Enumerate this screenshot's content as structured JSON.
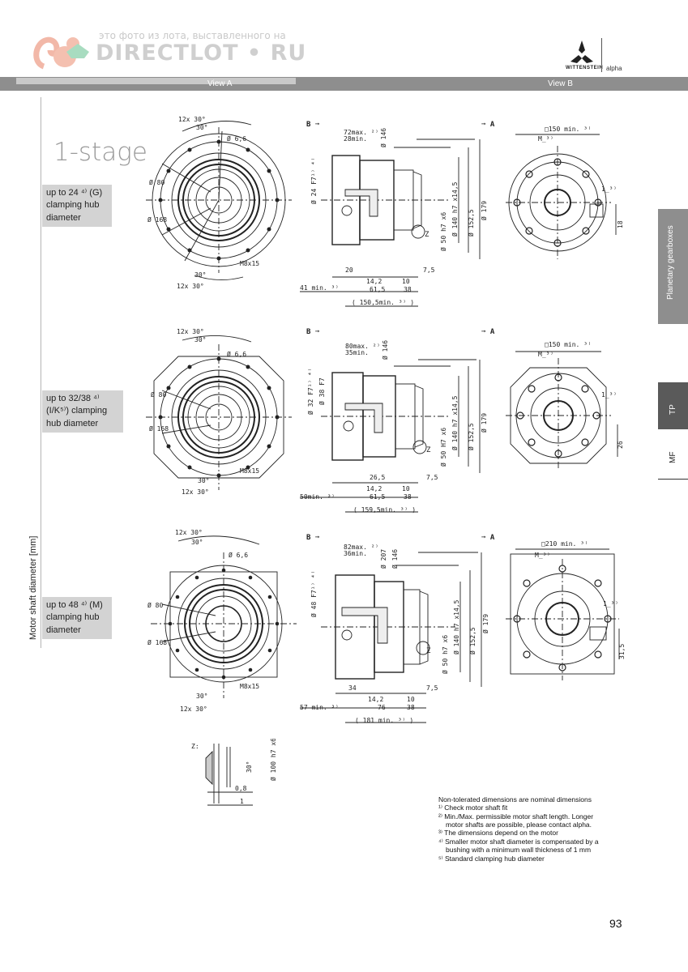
{
  "watermark": {
    "text": "это фото из лота, выставленного на",
    "brand": "DIRECTLOT • RU"
  },
  "brand": {
    "name": "WITTENSTEIN",
    "sub": "alpha"
  },
  "header": {
    "view_a": "View A",
    "view_b": "View B"
  },
  "stage_title": "1-stage",
  "vertical_axis_label": "Motor shaft diameter [mm]",
  "side_tabs": {
    "planetary": "Planetary gearboxes",
    "tp": "TP",
    "mf": "MF"
  },
  "rows": [
    {
      "label_lines": [
        "up to 24 ⁴⁾ (G)",
        "clamping hub",
        "diameter"
      ],
      "front": {
        "pcd1": "12x 30°",
        "ang1": "30°",
        "hole": "Ø 6,6",
        "d1": "Ø 80",
        "d2": "Ø 168",
        "thread": "M8x15",
        "ang2": "30°",
        "pcd2": "12x 30°"
      },
      "side": {
        "b": "B ➞",
        "a": "➞ A",
        "len": "72max. ²⁾",
        "len_min": "28min.",
        "d146": "Ø 146",
        "d_in": "Ø 24 F7¹⁾ ⁴⁾",
        "d_extra": "",
        "d140": "Ø 140 h7 x14,5",
        "d152": "Ø 152,5",
        "d179": "Ø 179",
        "d50": "Ø 50 h7 x6",
        "z": "Z",
        "dim_a": "20",
        "dim_b": "14,2",
        "dim_c": "10",
        "dim_d": "7,5",
        "min_left": "41 min. ³⁾",
        "dim_e": "61,5",
        "dim_f": "38",
        "total": "( 150,5min. ³⁾ )"
      },
      "end": {
        "square": "□150 min. ³⁾",
        "m": "M_³⁾",
        "one": "1_³⁾",
        "h": "18"
      }
    },
    {
      "label_lines": [
        "up to 32/38 ⁴⁾",
        "(I/K⁵⁾) clamping",
        "hub diameter"
      ],
      "front": {
        "pcd1": "12x 30°",
        "ang1": "30°",
        "hole": "Ø 6,6",
        "d1": "Ø 80",
        "d2": "Ø 168",
        "thread": "M8x15",
        "ang2": "30°",
        "pcd2": "12x 30°"
      },
      "side": {
        "b": "B ➞",
        "a": "➞ A",
        "len": "80max. ²⁾",
        "len_min": "35min.",
        "d146": "Ø 146",
        "d_in": "Ø 32 F7¹⁾ ⁴⁾",
        "d_extra": "Ø 38 F7",
        "d140": "Ø 140 h7 x14,5",
        "d152": "Ø 152,5",
        "d179": "Ø 179",
        "d50": "Ø 50 H7 x6",
        "z": "Z",
        "dim_a": "26,5",
        "dim_b": "14,2",
        "dim_c": "10",
        "dim_d": "7,5",
        "min_left": "50min. ³⁾",
        "dim_e": "61,5",
        "dim_f": "38",
        "total": "( 159,5min. ³⁾ )"
      },
      "end": {
        "square": "□150 min. ³⁾",
        "m": "M_³⁾",
        "one": "1_³⁾",
        "h": "26"
      }
    },
    {
      "label_lines": [
        "up to 48 ⁴⁾ (M)",
        "clamping hub",
        "diameter"
      ],
      "front": {
        "pcd1": "12x 30°",
        "ang1": "30°",
        "hole": "Ø 6,6",
        "d1": "Ø 80",
        "d2": "Ø 168",
        "thread": "M8x15",
        "ang2": "30°",
        "pcd2": "12x 30°"
      },
      "side": {
        "b": "B ➞",
        "a": "➞ A",
        "len": "82max. ²⁾",
        "len_min": "36min.",
        "d146": "Ø 146",
        "d_in": "Ø 48 F7¹⁾ ⁴⁾",
        "d_extra": "Ø 207",
        "d140": "Ø 140 h7 x14,5",
        "d152": "Ø 152,5",
        "d179": "Ø 179",
        "d50": "Ø 50 h7 x6",
        "z": "Z",
        "dim_a": "34",
        "dim_b": "14,2",
        "dim_c": "10",
        "dim_d": "7,5",
        "min_left": "57 min. ³⁾",
        "dim_e": "76",
        "dim_f": "38",
        "total": "( 181 min. ³⁾ )"
      },
      "end": {
        "square": "□210 min. ³⁾",
        "m": "M_³⁾",
        "one": "1_³⁾",
        "h": "31,5"
      }
    }
  ],
  "detail_z": {
    "label": "Z:",
    "angle": "30°",
    "dia": "Ø 100 h7 x6",
    "d1": "0,8",
    "d2": "1"
  },
  "notes": [
    "Non-tolerated dimensions are nominal dimensions",
    "¹⁾ Check motor shaft fit",
    "²⁾ Min./Max. permissible motor shaft length. Longer",
    "motor shafts are possible, please contact alpha.",
    "³⁾ The dimensions depend on the motor",
    "⁴⁾ Smaller motor shaft diameter is compensated by a",
    "bushing with a minimum wall thickness of 1 mm",
    "⁵⁾ Standard clamping hub diameter"
  ],
  "page_number": "93"
}
